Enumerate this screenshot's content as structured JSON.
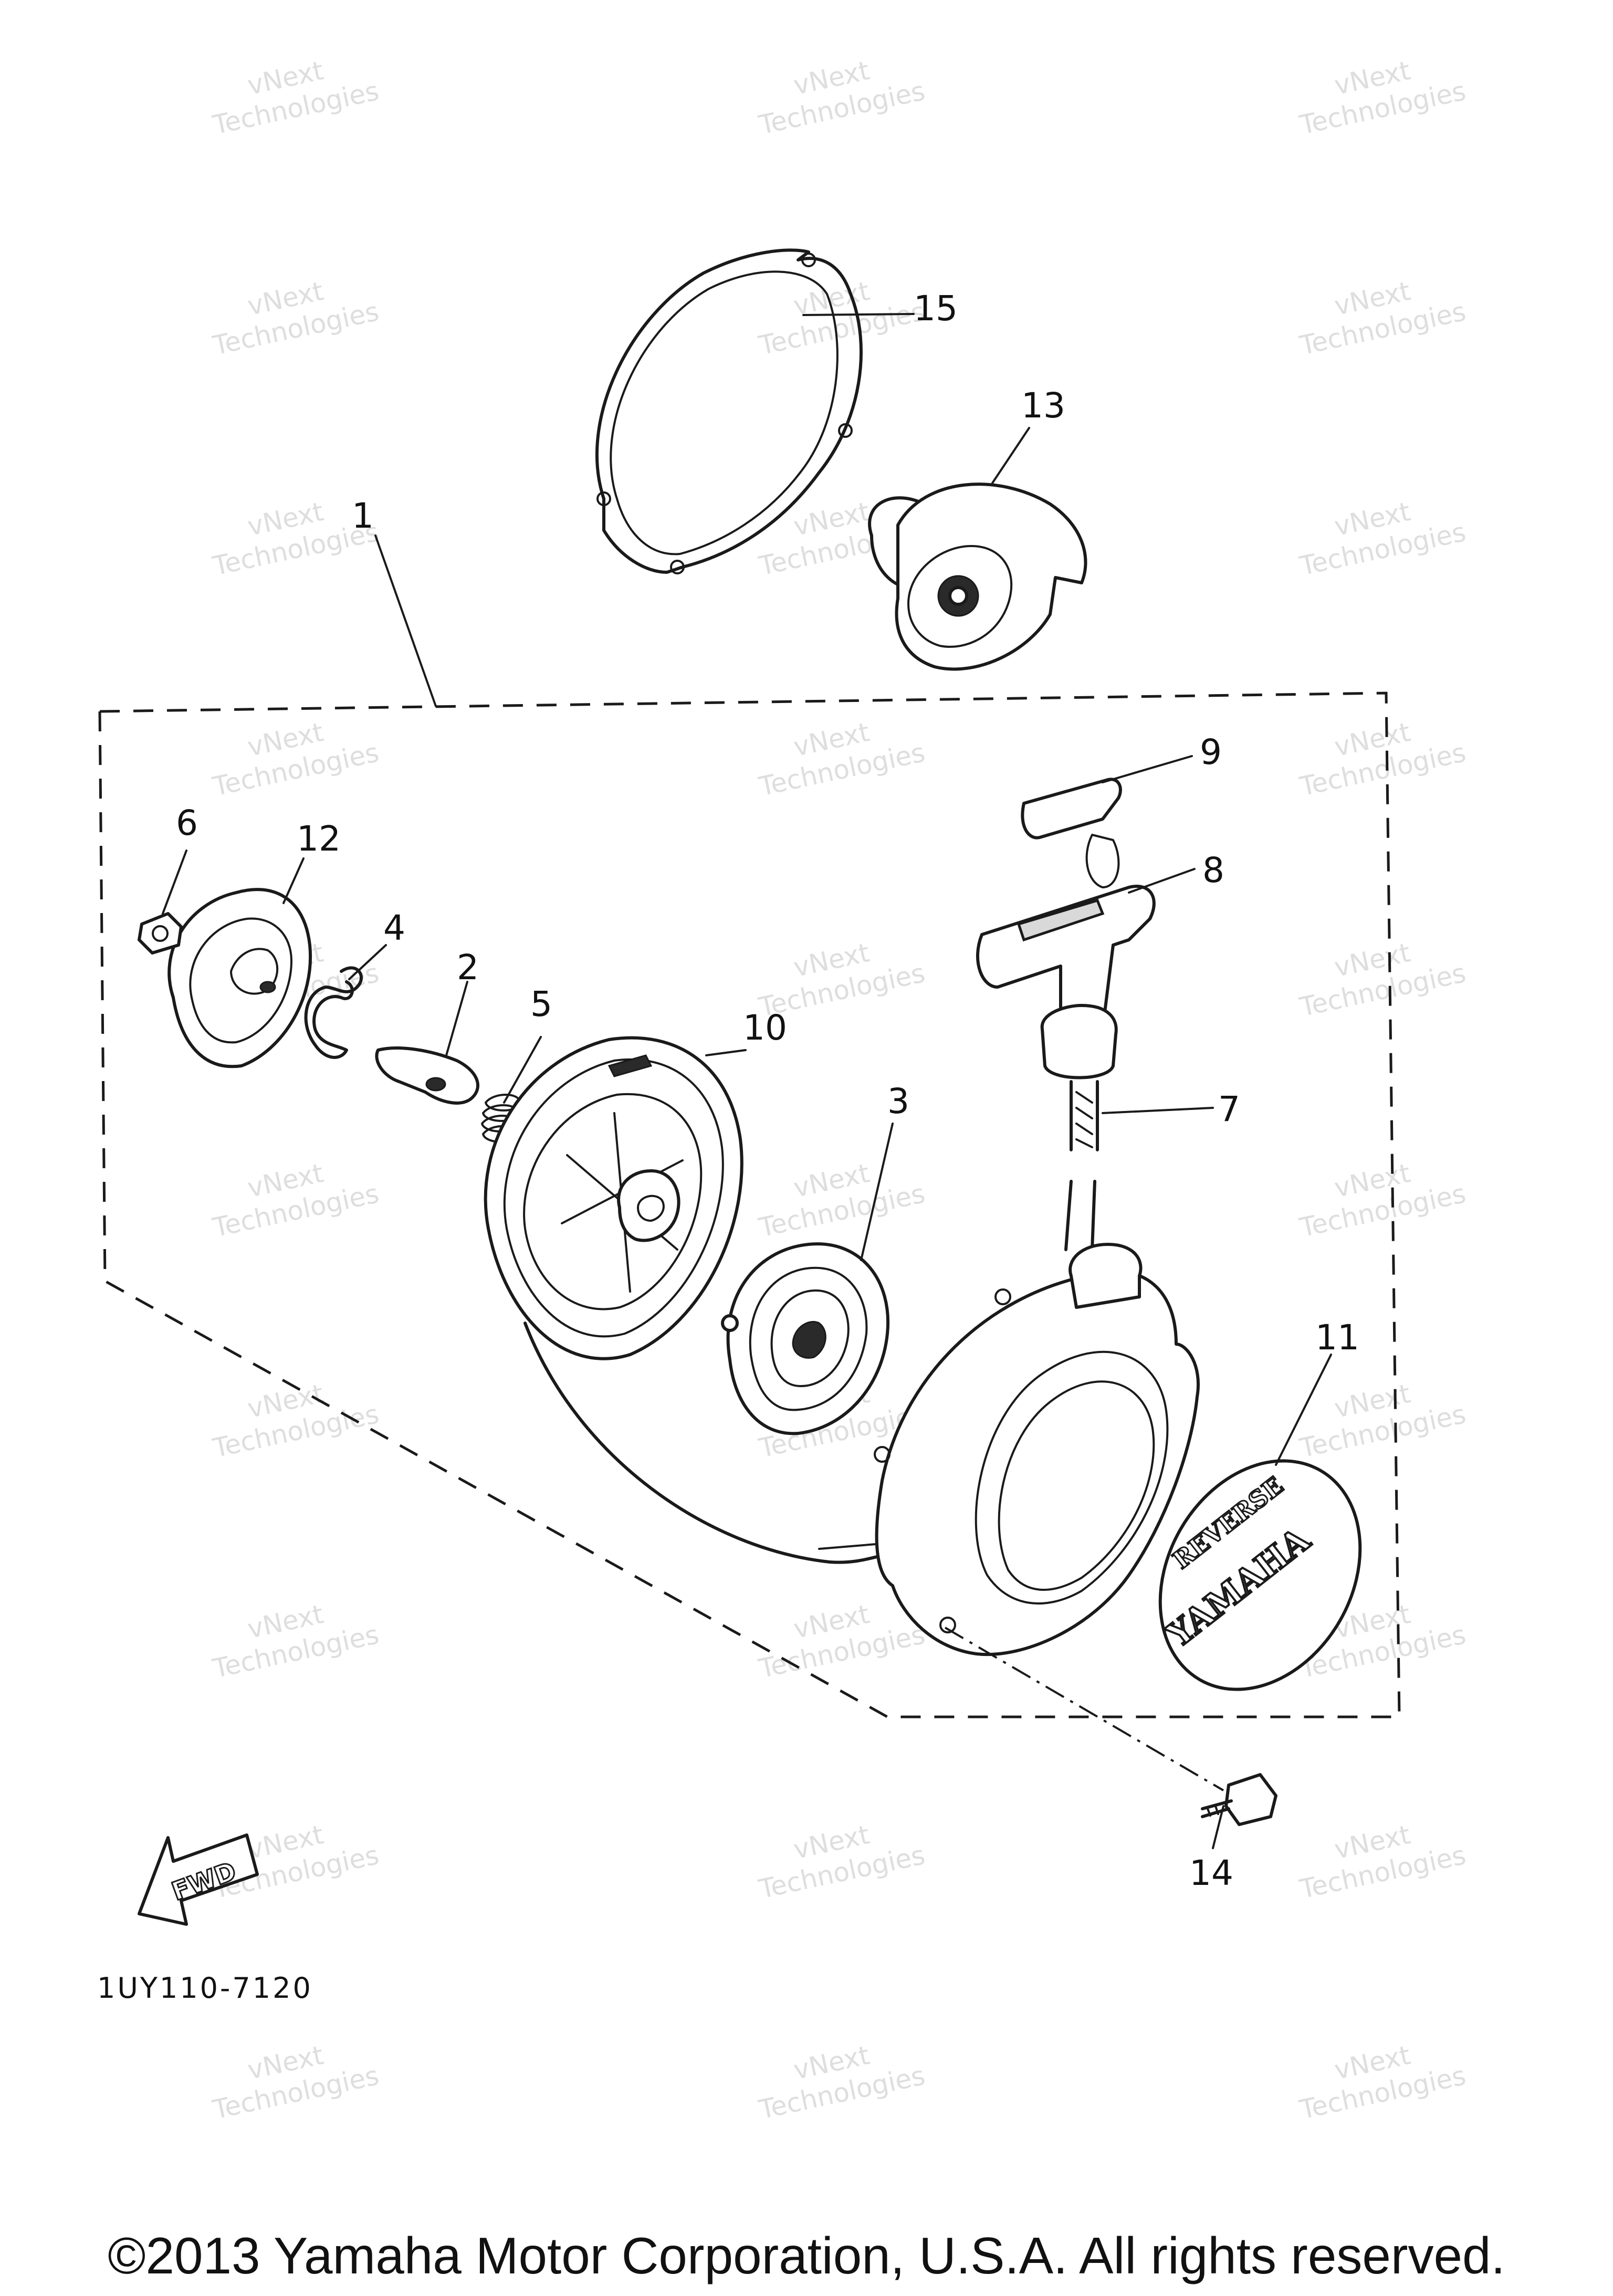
{
  "diagram": {
    "callouts": {
      "c1": "1",
      "c2": "2",
      "c3": "3",
      "c4": "4",
      "c5": "5",
      "c6": "6",
      "c7": "7",
      "c8": "8",
      "c9": "9",
      "c10": "10",
      "c11": "11",
      "c12": "12",
      "c13": "13",
      "c14": "14",
      "c15": "15"
    },
    "drawing_code": "1UY110-7120",
    "cap_logo_top": "REVERSE",
    "cap_logo_main": "YAMAHA",
    "fwd_label": "FWD",
    "watermark": {
      "line1": "vNext",
      "line2": "Technologies"
    }
  },
  "footer": {
    "copyright": "©2013 Yamaha Motor Corporation, U.S.A. All rights reserved."
  }
}
